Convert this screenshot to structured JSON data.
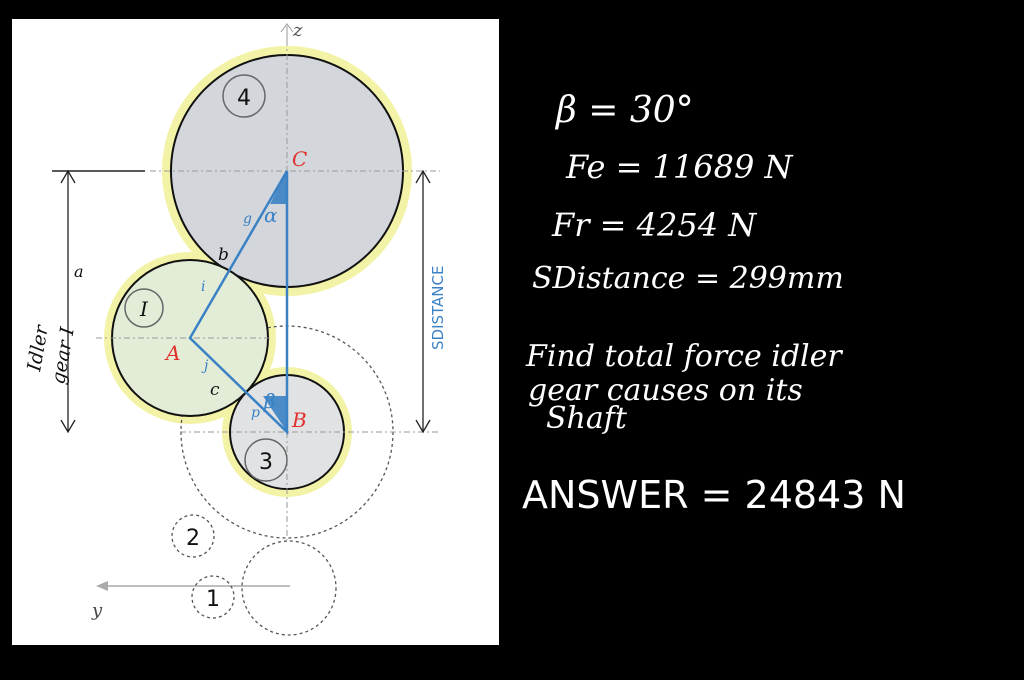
{
  "diagram": {
    "axis_z": "z",
    "axis_y": "y",
    "gear_labels": [
      "4",
      "I",
      "3",
      "2",
      "1"
    ],
    "points": {
      "A": "A",
      "B": "B",
      "C": "C"
    },
    "angles": {
      "alpha": "α",
      "beta": "β"
    },
    "segments": {
      "g": "g",
      "b": "b",
      "i": "i",
      "j": "j",
      "c": "c",
      "p": "p",
      "a": "a"
    },
    "dimension_label": "SDISTANCE",
    "handwritten_side_note": [
      "Idler",
      "gear I"
    ],
    "colors": {
      "blue": "#3a82c4",
      "red": "#e0302c",
      "gear_blue": "#d3d6db",
      "gear_green": "#e2ecd7",
      "glow": "#f3f3a8"
    }
  },
  "notes": {
    "beta": "β = 30°",
    "fe": "Fe = 11689 N",
    "fr": "Fr = 4254 N",
    "sdistance": "SDistance = 299mm",
    "question_line1": "Find total force idler",
    "question_line2": "gear causes on its",
    "question_line3": "Shaft",
    "answer": "ANSWER = 24843 N"
  }
}
